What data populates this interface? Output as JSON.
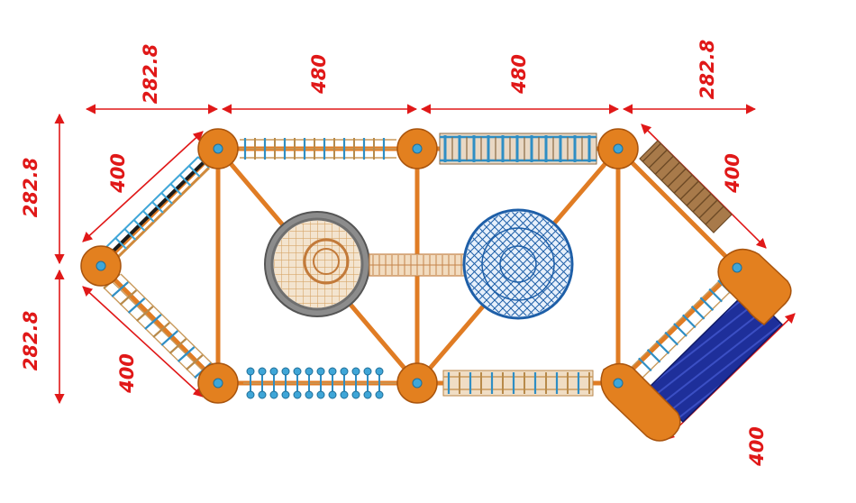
{
  "dimensions": {
    "top_left": "282.8",
    "top_mid_left": "480",
    "top_mid_right": "480",
    "top_right": "282.8",
    "left_upper": "282.8",
    "left_lower": "282.8",
    "diag_upper_left": "400",
    "diag_lower_left": "400",
    "diag_upper_right": "400",
    "diag_lower_right": "400"
  },
  "colors": {
    "dimension": "#e01818",
    "platform": "#e3801f",
    "pole": "#3fa6d8",
    "net_blue": "#1e5fa8",
    "net_grey": "#7b7b7b",
    "mat_blue": "#1e2f9a"
  }
}
